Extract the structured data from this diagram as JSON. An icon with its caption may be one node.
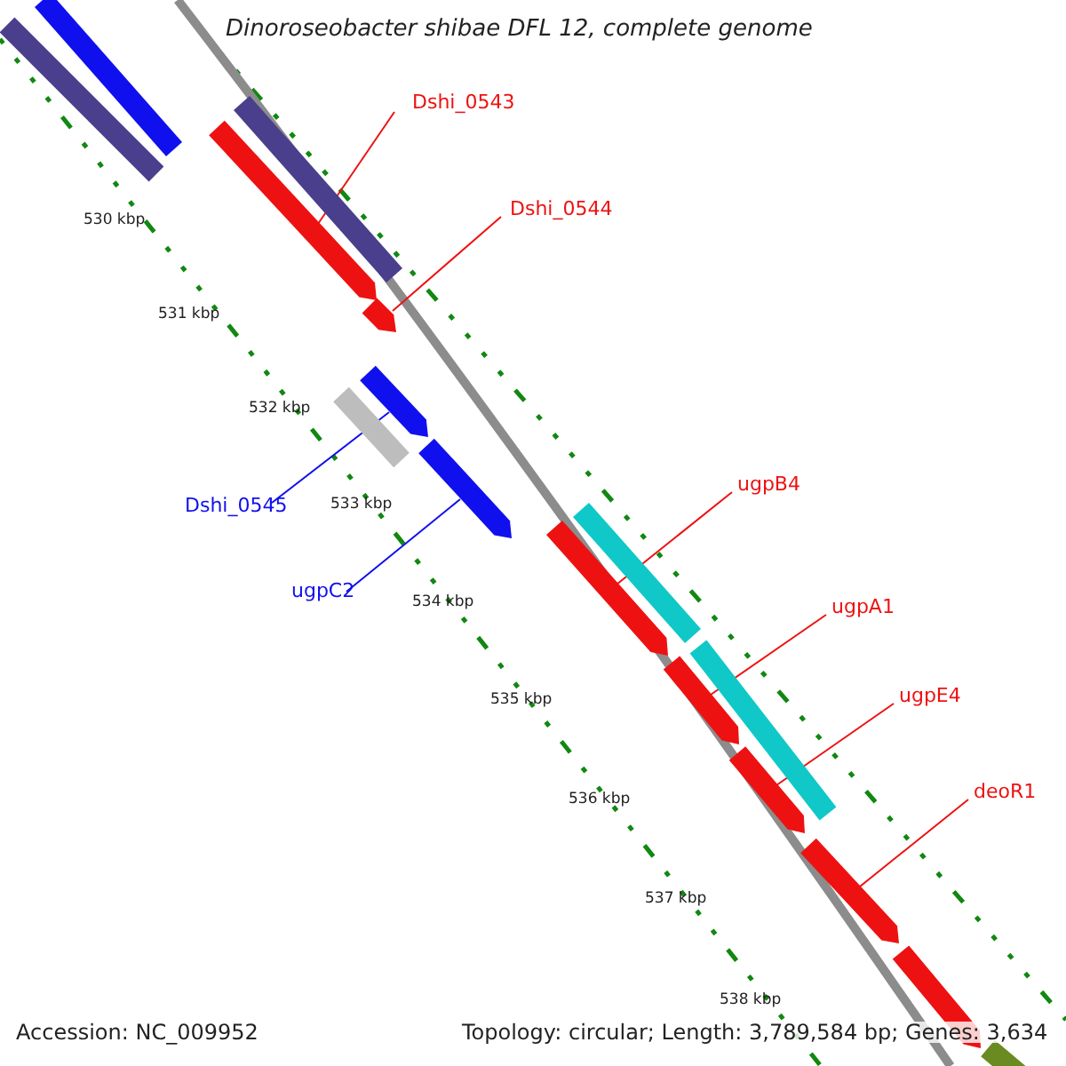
{
  "diagram": {
    "title": "Dinoroseobacter shibae DFL 12, complete genome",
    "nodes": [
      {
        "text": [
          "Dshi_0543"
        ]
      },
      {
        "text": [],
        "shape": "arrow"
      },
      {
        "text": [
          "Dshi_0544"
        ]
      },
      {
        "text": [],
        "shape": "arrow"
      },
      {
        "text": [
          "Dshi_0545"
        ]
      },
      {
        "text": [],
        "shape": "arrow"
      },
      {
        "text": [
          "ugpC2"
        ]
      },
      {
        "text": [],
        "shape": "arrow"
      },
      {
        "text": [
          "ugpB4"
        ]
      },
      {
        "text": [],
        "shape": "arrow"
      },
      {
        "text": [
          "ugpA1"
        ]
      },
      {
        "text": [],
        "shape": "arrow"
      },
      {
        "text": [
          "ugpE4"
        ]
      },
      {
        "text": [],
        "shape": "arrow"
      },
      {
        "text": [
          "deoR1"
        ]
      },
      {
        "text": [],
        "shape": "arrow"
      },
      {
        "text": [],
        "shape": "bar"
      },
      {
        "text": [],
        "shape": "bar"
      },
      {
        "text": [],
        "shape": "bar"
      },
      {
        "text": [],
        "shape": "bar"
      },
      {
        "text": [],
        "shape": "bar"
      },
      {
        "text": [],
        "shape": "bar"
      },
      {
        "text": [],
        "shape": "arrow"
      },
      {
        "text": [],
        "shape": "bar"
      }
    ],
    "edges": [
      {
        "from": 0,
        "to": 1,
        "arrow": "none"
      },
      {
        "from": 2,
        "to": 3,
        "arrow": "none"
      },
      {
        "from": 4,
        "to": 5,
        "arrow": "none",
        "color": "#1010ee"
      },
      {
        "from": 6,
        "to": 7,
        "arrow": "none",
        "color": "#1010ee"
      },
      {
        "from": 8,
        "to": 9,
        "arrow": "none"
      },
      {
        "from": 10,
        "to": 11,
        "arrow": "none"
      },
      {
        "from": 12,
        "to": 13,
        "arrow": "none"
      },
      {
        "from": 14,
        "to": 15,
        "arrow": "none"
      }
    ],
    "labels": [
      "530 kbp",
      "531 kbp",
      "532 kbp",
      "533 kbp",
      "534 kbp",
      "535 kbp",
      "536 kbp",
      "537 kbp",
      "538 kbp",
      "Accession: NC_009952",
      "Topology: circular; Length: 3,789,584 bp; Genes: 3,634"
    ]
  }
}
